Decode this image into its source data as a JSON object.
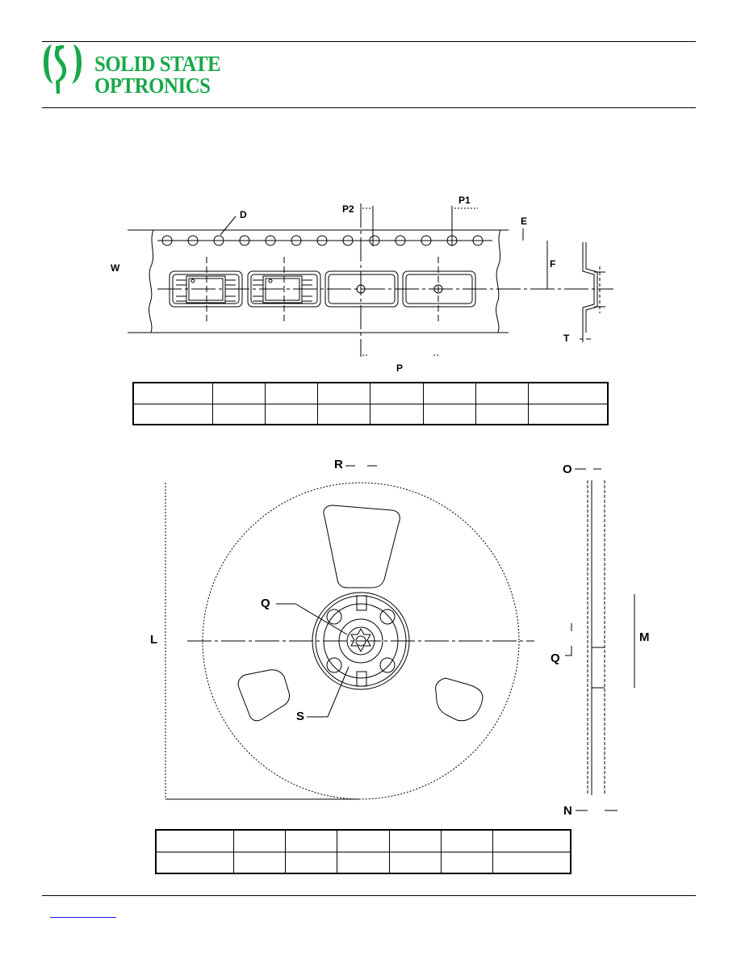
{
  "header": {
    "company_line1": "SOLID STATE",
    "company_line2": "OPTRONICS",
    "brand_color": "#18a84a"
  },
  "tape_diagram": {
    "labels": {
      "d": "D",
      "p2": "P2",
      "p1": "P1",
      "e": "E",
      "w": "W",
      "f": "F",
      "t": "T",
      "p": "P"
    }
  },
  "tape_table": {
    "columns": 8,
    "rows": 2
  },
  "reel_diagram": {
    "labels": {
      "r": "R",
      "o": "O",
      "q_front": "Q",
      "l": "L",
      "s": "S",
      "m": "M",
      "q_side": "Q",
      "n": "N"
    }
  },
  "reel_table": {
    "columns": 7,
    "rows": 2
  }
}
